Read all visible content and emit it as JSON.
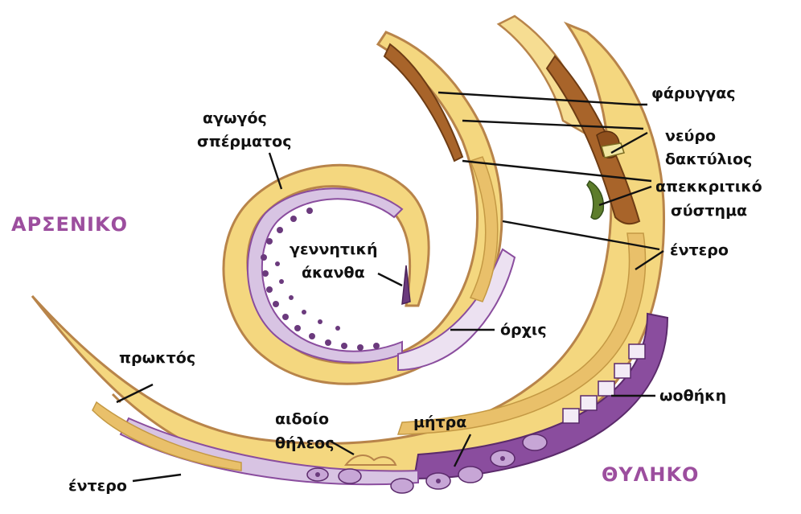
{
  "colors": {
    "body_fill": "#f4d77f",
    "body_outline": "#b8844a",
    "gut_fill": "#e9c06a",
    "gonad_fill": "#d8c4e3",
    "gonad_dark": "#8a4d9e",
    "egg_nucleus": "#6b3a7d",
    "pharynx": "#a8642a",
    "sex_label_color": "#9c4e9e"
  },
  "sex_labels": {
    "male": "ΑΡΣΕΝΙΚΟ",
    "female": "ΘΥΛΗΚΟ"
  },
  "labels": {
    "pharynx": "φάρυγγας",
    "nerve_ring_1": "νεύρο",
    "nerve_ring_2": "δακτύλιος",
    "excretory_1": "απεκκριτικό",
    "excretory_2": "σύστημα",
    "intestine_right": "έντερο",
    "sperm_duct_1": "αγωγός",
    "sperm_duct_2": "σπέρματος",
    "spicule_1": "γεννητική",
    "spicule_2": "άκανθα",
    "testis": "όρχις",
    "ovary": "ωοθήκη",
    "anus": "πρωκτός",
    "vulva_1": "αιδοίο",
    "vulva_2": "θήλεος",
    "uterus": "μήτρα",
    "intestine_left": "έντερο"
  }
}
